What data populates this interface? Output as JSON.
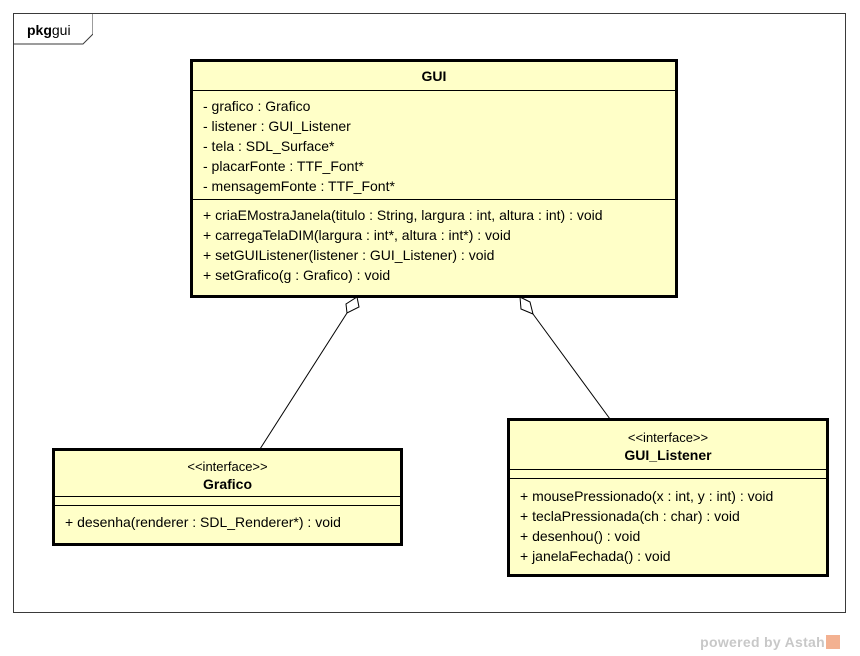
{
  "package": {
    "keyword": "pkg",
    "name": "gui"
  },
  "classes": {
    "gui": {
      "name": "GUI",
      "attributes": [
        "- grafico : Grafico",
        "- listener : GUI_Listener",
        "- tela : SDL_Surface*",
        "- placarFonte : TTF_Font*",
        "- mensagemFonte : TTF_Font*"
      ],
      "operations": [
        "+ criaEMostraJanela(titulo : String, largura : int, altura : int) : void",
        "+ carregaTelaDIM(largura : int*, altura : int*) : void",
        "+ setGUIListener(listener : GUI_Listener) : void",
        "+ setGrafico(g : Grafico) : void"
      ]
    },
    "grafico": {
      "stereotype": "<<interface>>",
      "name": "Grafico",
      "operations": [
        "+ desenha(renderer : SDL_Renderer*) : void"
      ]
    },
    "gui_listener": {
      "stereotype": "<<interface>>",
      "name": "GUI_Listener",
      "operations": [
        "+ mousePressionado(x : int, y : int) : void",
        "+ teclaPressionada(ch : char) : void",
        "+ desenhou() : void",
        "+ janelaFechada() : void"
      ]
    }
  },
  "relations": [
    {
      "type": "aggregation",
      "from": "GUI",
      "to": "Grafico"
    },
    {
      "type": "aggregation",
      "from": "GUI",
      "to": "GUI_Listener"
    }
  ],
  "watermark": {
    "text": "powered by Astah"
  },
  "colors": {
    "class_fill": "#ffffc8",
    "border": "#000000"
  }
}
